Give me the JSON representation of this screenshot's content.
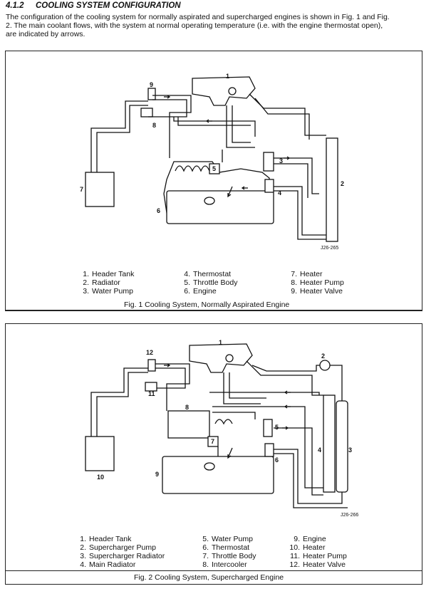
{
  "section": {
    "number": "4.1.2",
    "title": "COOLING SYSTEM CONFIGURATION",
    "intro_line1": "The configuration of the cooling system for normally aspirated and supercharged engines is shown in Fig. 1 and Fig.",
    "intro_line2": "2.  The main coolant flows, with the system at normal operating temperature (i.e. with the engine thermostat open),",
    "intro_line3": "are indicated by arrows."
  },
  "fig1": {
    "caption": "Fig. 1  Cooling System, Normally Aspirated Engine",
    "ref": "J26-265",
    "labels": [
      "1",
      "2",
      "3",
      "4",
      "5",
      "6",
      "7",
      "8",
      "9"
    ],
    "legend": [
      [
        {
          "n": "1.",
          "t": "Header Tank"
        },
        {
          "n": "2.",
          "t": "Radiator"
        },
        {
          "n": "3.",
          "t": "Water Pump"
        }
      ],
      [
        {
          "n": "4.",
          "t": "Thermostat"
        },
        {
          "n": "5.",
          "t": "Throttle Body"
        },
        {
          "n": "6.",
          "t": "Engine"
        }
      ],
      [
        {
          "n": "7.",
          "t": "Heater"
        },
        {
          "n": "8.",
          "t": "Heater Pump"
        },
        {
          "n": "9.",
          "t": "Heater Valve"
        }
      ]
    ]
  },
  "fig2": {
    "caption": "Fig. 2  Cooling System, Supercharged Engine",
    "ref": "J26-266",
    "labels": [
      "1",
      "2",
      "3",
      "4",
      "5",
      "6",
      "7",
      "8",
      "9",
      "10",
      "11",
      "12"
    ],
    "legend": [
      [
        {
          "n": "1.",
          "t": "Header Tank"
        },
        {
          "n": "2.",
          "t": "Supercharger Pump"
        },
        {
          "n": "3.",
          "t": "Supercharger Radiator"
        },
        {
          "n": "4.",
          "t": "Main Radiator"
        }
      ],
      [
        {
          "n": "5.",
          "t": "Water Pump"
        },
        {
          "n": "6.",
          "t": "Thermostat"
        },
        {
          "n": "7.",
          "t": "Throttle Body"
        },
        {
          "n": "8.",
          "t": "Intercooler"
        }
      ],
      [
        {
          "n": "9.",
          "t": "Engine"
        },
        {
          "n": "10.",
          "t": "Heater"
        },
        {
          "n": "11.",
          "t": "Heater Pump"
        },
        {
          "n": "12.",
          "t": "Heater Valve"
        }
      ]
    ]
  }
}
